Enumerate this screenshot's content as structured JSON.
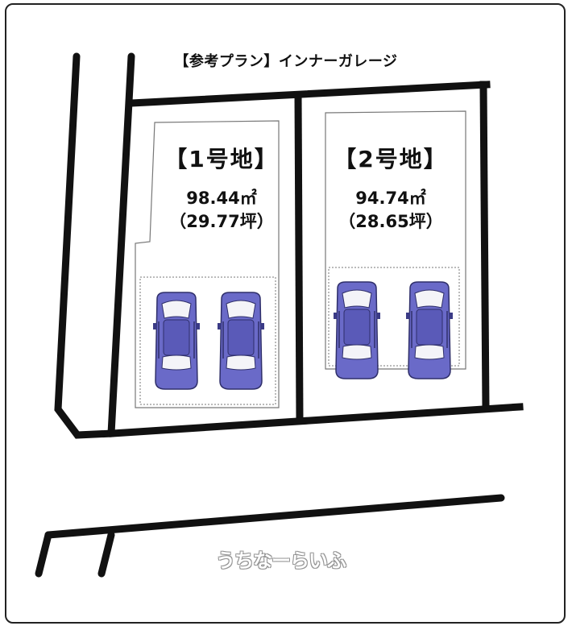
{
  "title": "【参考プラン】インナーガレージ",
  "lots": [
    {
      "label": "【1号地】",
      "area_sqm": "98.44㎡",
      "area_tsubo": "（29.77坪）"
    },
    {
      "label": "【2号地】",
      "area_sqm": "94.74㎡",
      "area_tsubo": "（28.65坪）"
    }
  ],
  "watermark": "うちなーらいふ",
  "colors": {
    "car_body": "#6a6ac8",
    "car_dark": "#3b3b86",
    "car_glass": "#f4f4f8",
    "lines": "#111111"
  }
}
